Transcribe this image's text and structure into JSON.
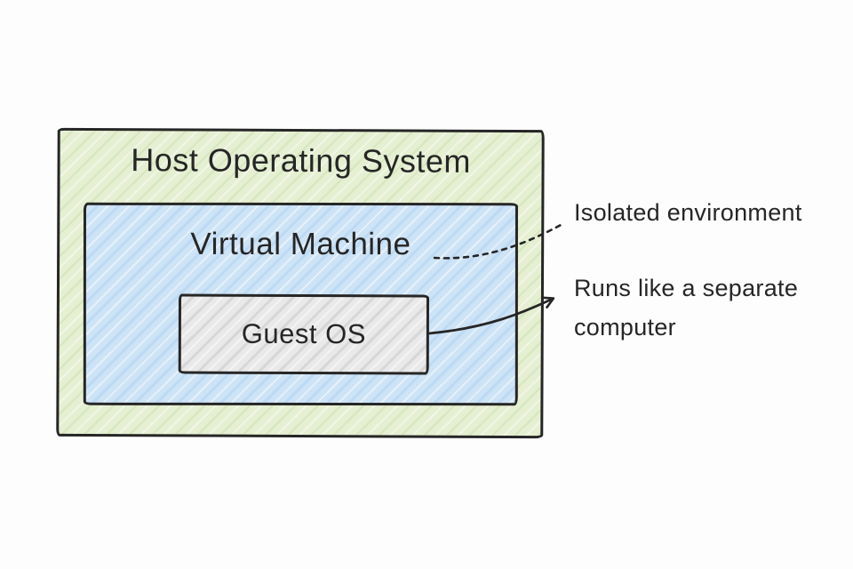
{
  "boxes": {
    "host": {
      "label": "Host Operating System",
      "fill": "#e5efd2",
      "border": "#262626"
    },
    "vm": {
      "label": "Virtual Machine",
      "fill": "#cde3f6",
      "border": "#262626"
    },
    "guest": {
      "label": "Guest OS",
      "fill": "#e9e9e9",
      "border": "#262626"
    }
  },
  "annotations": {
    "isolated": {
      "text": "Isolated environment",
      "connector": "dotted-line"
    },
    "separate": {
      "text": "Runs like a separate computer",
      "connector": "curved-arrow"
    }
  },
  "colors": {
    "background": "#fdfdfd",
    "ink": "#262626"
  }
}
